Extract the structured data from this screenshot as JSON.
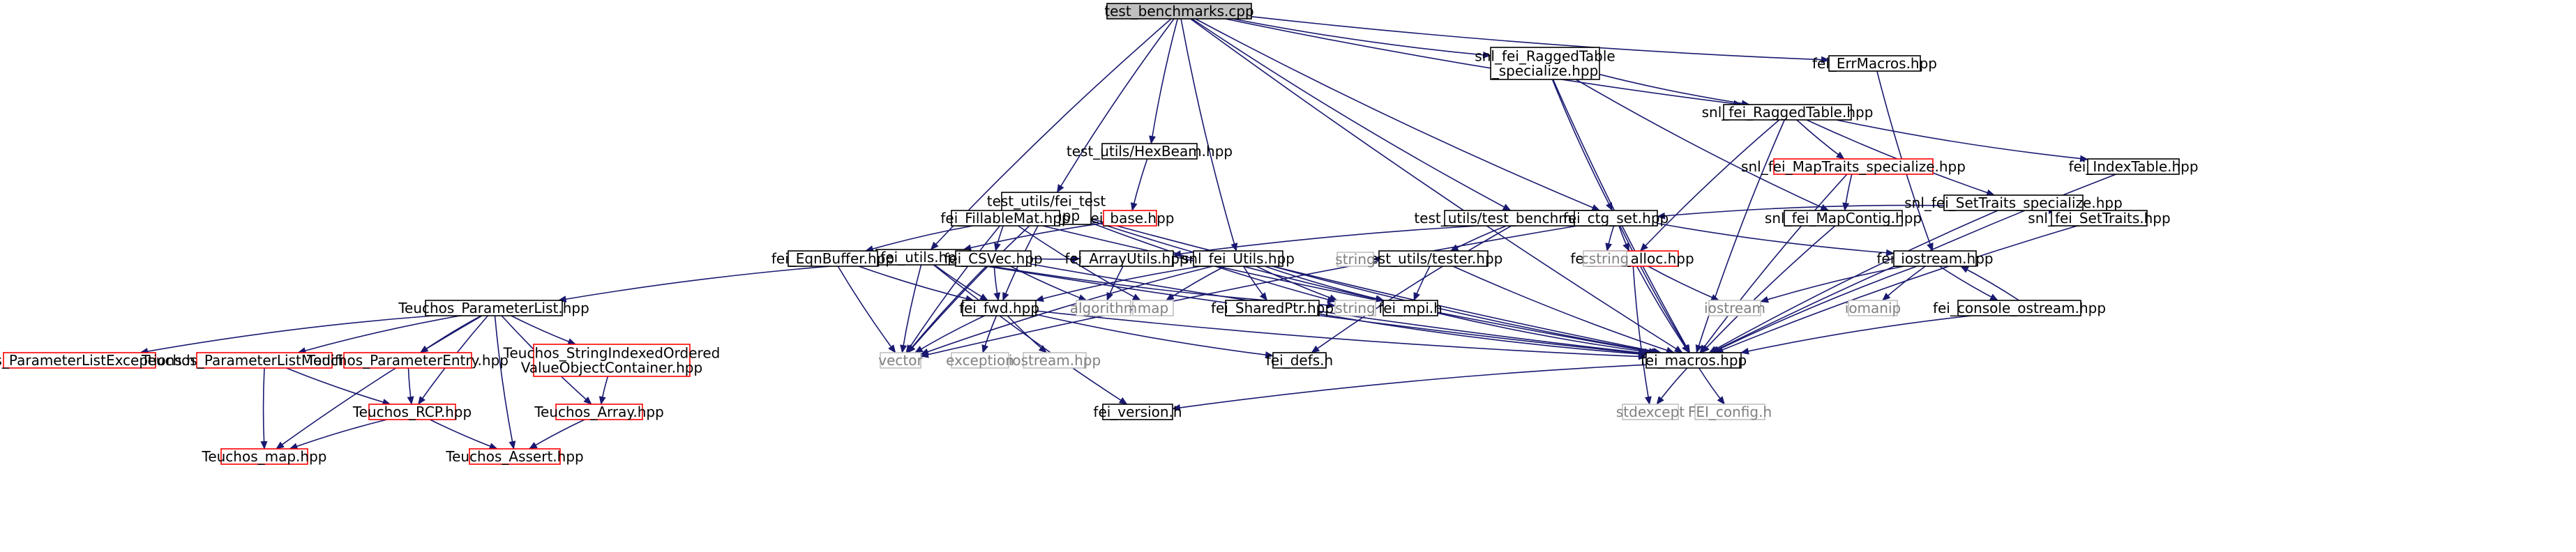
{
  "diagram": {
    "type": "include-dependency-graph",
    "colors": {
      "edge": "#191970",
      "node_border": "#000000",
      "node_border_external": "#bfbfbf",
      "node_border_red": "#ff0000",
      "root_fill": "#bfbfbf",
      "node_fill": "#ffffff",
      "text": "#000000",
      "text_external": "#808080"
    },
    "nodes": [
      {
        "id": "n_root",
        "lines": [
          "test_benchmarks.cpp"
        ],
        "style": "root"
      },
      {
        "id": "n_fei_utils",
        "lines": [
          "fei_utils.hpp"
        ],
        "style": "normal"
      },
      {
        "id": "n_param_list",
        "lines": [
          "Teuchos_ParameterList.hpp"
        ],
        "style": "normal"
      },
      {
        "id": "n_param_exc",
        "lines": [
          "Teuchos_ParameterListExceptions.hpp"
        ],
        "style": "red"
      },
      {
        "id": "n_param_mod",
        "lines": [
          "Teuchos_ParameterListModifier.hpp"
        ],
        "style": "red"
      },
      {
        "id": "n_param_entry",
        "lines": [
          "Teuchos_ParameterEntry.hpp"
        ],
        "style": "red"
      },
      {
        "id": "n_string_indexed",
        "lines": [
          "Teuchos_StringIndexedOrdered",
          "ValueObjectContainer.hpp"
        ],
        "style": "red"
      },
      {
        "id": "n_rcp",
        "lines": [
          "Teuchos_RCP.hpp"
        ],
        "style": "red"
      },
      {
        "id": "n_array",
        "lines": [
          "Teuchos_Array.hpp"
        ],
        "style": "red"
      },
      {
        "id": "n_tmap",
        "lines": [
          "Teuchos_map.hpp"
        ],
        "style": "red"
      },
      {
        "id": "n_assert",
        "lines": [
          "Teuchos_Assert.hpp"
        ],
        "style": "red"
      },
      {
        "id": "n_hexbeam",
        "lines": [
          "test_utils/HexBeam.hpp"
        ],
        "style": "normal"
      },
      {
        "id": "n_fei_base",
        "lines": [
          "fei_base.hpp"
        ],
        "style": "red"
      },
      {
        "id": "n_fei_test_utils",
        "lines": [
          "test_utils/fei_test",
          "_utils.hpp"
        ],
        "style": "normal"
      },
      {
        "id": "n_fillablemat",
        "lines": [
          "fei_FillableMat.hpp"
        ],
        "style": "normal"
      },
      {
        "id": "n_eqnbuffer",
        "lines": [
          "fei_EqnBuffer.hpp"
        ],
        "style": "normal"
      },
      {
        "id": "n_csvec",
        "lines": [
          "fei_CSVec.hpp"
        ],
        "style": "normal"
      },
      {
        "id": "n_arrayutils",
        "lines": [
          "fei_ArrayUtils.hpp"
        ],
        "style": "normal"
      },
      {
        "id": "n_fei_fwd",
        "lines": [
          "fei_fwd.hpp"
        ],
        "style": "normal"
      },
      {
        "id": "n_snl_fei_utils",
        "lines": [
          "snl_fei_Utils.hpp"
        ],
        "style": "normal"
      },
      {
        "id": "n_sharedptr",
        "lines": [
          "fei_SharedPtr.hpp"
        ],
        "style": "normal"
      },
      {
        "id": "n_fei_mpi",
        "lines": [
          "fei_mpi.h"
        ],
        "style": "normal"
      },
      {
        "id": "n_fei_defs",
        "lines": [
          "fei_defs.h"
        ],
        "style": "normal"
      },
      {
        "id": "n_test_bench_hpp",
        "lines": [
          "test_utils/test_benchmarks.hpp"
        ],
        "style": "normal"
      },
      {
        "id": "n_tester",
        "lines": [
          "test_utils/tester.hpp"
        ],
        "style": "normal"
      },
      {
        "id": "n_ctg_set",
        "lines": [
          "fei_ctg_set.hpp"
        ],
        "style": "normal"
      },
      {
        "id": "n_pool_alloc",
        "lines": [
          "fei_Pool_alloc.hpp"
        ],
        "style": "red"
      },
      {
        "id": "n_fei_macros",
        "lines": [
          "fei_macros.hpp"
        ],
        "style": "normal"
      },
      {
        "id": "n_fei_version",
        "lines": [
          "fei_version.h"
        ],
        "style": "normal"
      },
      {
        "id": "n_rt_spec",
        "lines": [
          "snl_fei_RaggedTable",
          "_specialize.hpp"
        ],
        "style": "normal"
      },
      {
        "id": "n_ragged",
        "lines": [
          "snl_fei_RaggedTable.hpp"
        ],
        "style": "normal"
      },
      {
        "id": "n_maptraits_spec",
        "lines": [
          "snl_fei_MapTraits_specialize.hpp"
        ],
        "style": "red"
      },
      {
        "id": "n_mapcontig",
        "lines": [
          "snl_fei_MapContig.hpp"
        ],
        "style": "normal"
      },
      {
        "id": "n_settraits_spec",
        "lines": [
          "snl_fei_SetTraits_specialize.hpp"
        ],
        "style": "normal"
      },
      {
        "id": "n_settraits",
        "lines": [
          "snl_fei_SetTraits.hpp"
        ],
        "style": "normal"
      },
      {
        "id": "n_indextable",
        "lines": [
          "fei_IndexTable.hpp"
        ],
        "style": "normal"
      },
      {
        "id": "n_errmacros",
        "lines": [
          "fei_ErrMacros.hpp"
        ],
        "style": "normal"
      },
      {
        "id": "n_iostream_hpp",
        "lines": [
          "fei_iostream.hpp"
        ],
        "style": "normal"
      },
      {
        "id": "n_console",
        "lines": [
          "fei_console_ostream.hpp"
        ],
        "style": "normal"
      },
      {
        "id": "x_vector",
        "lines": [
          "vector"
        ],
        "style": "external"
      },
      {
        "id": "x_exception",
        "lines": [
          "exception"
        ],
        "style": "external"
      },
      {
        "id": "x_iostream_hpp",
        "lines": [
          "iostream.hpp"
        ],
        "style": "external"
      },
      {
        "id": "x_map",
        "lines": [
          "map"
        ],
        "style": "external"
      },
      {
        "id": "x_algorithm",
        "lines": [
          "algorithm"
        ],
        "style": "external"
      },
      {
        "id": "x_string1",
        "lines": [
          "string"
        ],
        "style": "external"
      },
      {
        "id": "x_string2",
        "lines": [
          "string"
        ],
        "style": "external"
      },
      {
        "id": "x_cstring",
        "lines": [
          "cstring"
        ],
        "style": "external"
      },
      {
        "id": "x_iostream",
        "lines": [
          "iostream"
        ],
        "style": "external"
      },
      {
        "id": "x_iomanip",
        "lines": [
          "iomanip"
        ],
        "style": "external"
      },
      {
        "id": "x_stdexcept",
        "lines": [
          "stdexcept"
        ],
        "style": "external"
      },
      {
        "id": "x_fei_config",
        "lines": [
          "FEI_config.h"
        ],
        "style": "external"
      }
    ],
    "edges": [
      [
        "n_root",
        "n_fei_utils"
      ],
      [
        "n_root",
        "n_hexbeam"
      ],
      [
        "n_root",
        "n_fei_test_utils"
      ],
      [
        "n_root",
        "n_snl_fei_utils"
      ],
      [
        "n_root",
        "n_test_bench_hpp"
      ],
      [
        "n_root",
        "n_ctg_set"
      ],
      [
        "n_root",
        "n_rt_spec"
      ],
      [
        "n_root",
        "n_ragged"
      ],
      [
        "n_root",
        "n_errmacros"
      ],
      [
        "n_root",
        "n_fei_macros"
      ],
      [
        "n_fei_utils",
        "n_param_list"
      ],
      [
        "n_fei_utils",
        "n_fei_fwd"
      ],
      [
        "n_fei_utils",
        "x_vector"
      ],
      [
        "n_fei_utils",
        "x_string1"
      ],
      [
        "n_fei_utils",
        "n_fei_macros"
      ],
      [
        "n_fei_utils",
        "n_fei_version"
      ],
      [
        "n_param_list",
        "n_param_exc"
      ],
      [
        "n_param_list",
        "n_param_mod"
      ],
      [
        "n_param_list",
        "n_param_entry"
      ],
      [
        "n_param_list",
        "n_string_indexed"
      ],
      [
        "n_param_list",
        "n_rcp"
      ],
      [
        "n_param_list",
        "n_array"
      ],
      [
        "n_param_list",
        "n_tmap"
      ],
      [
        "n_param_list",
        "n_assert"
      ],
      [
        "n_param_mod",
        "n_rcp"
      ],
      [
        "n_param_mod",
        "n_tmap"
      ],
      [
        "n_param_entry",
        "n_rcp"
      ],
      [
        "n_string_indexed",
        "n_array"
      ],
      [
        "n_rcp",
        "n_tmap"
      ],
      [
        "n_rcp",
        "n_assert"
      ],
      [
        "n_array",
        "n_assert"
      ],
      [
        "n_hexbeam",
        "n_fei_base"
      ],
      [
        "n_fei_base",
        "n_fei_utils"
      ],
      [
        "n_fei_test_utils",
        "x_vector"
      ],
      [
        "n_fei_test_utils",
        "n_fillablemat"
      ],
      [
        "n_fei_test_utils",
        "n_fei_fwd"
      ],
      [
        "n_fei_test_utils",
        "x_string1"
      ],
      [
        "n_fei_test_utils",
        "n_fei_mpi"
      ],
      [
        "n_fei_test_utils",
        "n_fei_macros"
      ],
      [
        "n_fillablemat",
        "n_eqnbuffer"
      ],
      [
        "n_fillablemat",
        "n_csvec"
      ],
      [
        "n_fillablemat",
        "x_map"
      ],
      [
        "n_fillablemat",
        "x_vector"
      ],
      [
        "n_fillablemat",
        "n_fei_macros"
      ],
      [
        "n_eqnbuffer",
        "n_fei_fwd"
      ],
      [
        "n_eqnbuffer",
        "x_vector"
      ],
      [
        "n_csvec",
        "n_arrayutils"
      ],
      [
        "n_csvec",
        "n_fei_fwd"
      ],
      [
        "n_csvec",
        "x_vector"
      ],
      [
        "n_csvec",
        "x_algorithm"
      ],
      [
        "n_csvec",
        "n_fei_macros"
      ],
      [
        "n_arrayutils",
        "x_algorithm"
      ],
      [
        "n_fei_fwd",
        "n_fei_defs"
      ],
      [
        "n_fei_fwd",
        "n_fei_macros"
      ],
      [
        "n_fei_fwd",
        "x_vector"
      ],
      [
        "n_fei_fwd",
        "x_exception"
      ],
      [
        "n_fei_fwd",
        "x_iostream_hpp"
      ],
      [
        "n_snl_fei_utils",
        "n_fei_fwd"
      ],
      [
        "n_snl_fei_utils",
        "x_map"
      ],
      [
        "n_snl_fei_utils",
        "n_sharedptr"
      ],
      [
        "n_snl_fei_utils",
        "x_string1"
      ],
      [
        "n_snl_fei_utils",
        "n_fei_mpi"
      ],
      [
        "n_snl_fei_utils",
        "x_vector"
      ],
      [
        "n_snl_fei_utils",
        "n_fei_macros"
      ],
      [
        "n_sharedptr",
        "n_fei_macros"
      ],
      [
        "n_fei_mpi",
        "n_fei_macros"
      ],
      [
        "n_test_bench_hpp",
        "n_tester"
      ],
      [
        "n_test_bench_hpp",
        "n_fei_defs"
      ],
      [
        "n_tester",
        "x_string2"
      ],
      [
        "n_tester",
        "n_fei_mpi"
      ],
      [
        "n_tester",
        "n_fei_macros"
      ],
      [
        "n_ctg_set",
        "x_cstring"
      ],
      [
        "n_ctg_set",
        "n_pool_alloc"
      ],
      [
        "n_ctg_set",
        "n_iostream_hpp"
      ],
      [
        "n_ctg_set",
        "n_fei_macros"
      ],
      [
        "n_ctg_set",
        "n_arrayutils"
      ],
      [
        "n_ctg_set",
        "x_vector"
      ],
      [
        "n_pool_alloc",
        "x_iostream"
      ],
      [
        "n_pool_alloc",
        "x_stdexcept"
      ],
      [
        "n_pool_alloc",
        "n_fei_macros"
      ],
      [
        "n_fei_macros",
        "n_fei_version"
      ],
      [
        "n_fei_macros",
        "x_stdexcept"
      ],
      [
        "n_fei_macros",
        "x_fei_config"
      ],
      [
        "n_rt_spec",
        "n_ragged"
      ],
      [
        "n_rt_spec",
        "n_ctg_set"
      ],
      [
        "n_rt_spec",
        "n_mapcontig"
      ],
      [
        "n_rt_spec",
        "n_fei_macros"
      ],
      [
        "n_ragged",
        "n_maptraits_spec"
      ],
      [
        "n_ragged",
        "n_settraits_spec"
      ],
      [
        "n_ragged",
        "n_indextable"
      ],
      [
        "n_ragged",
        "n_pool_alloc"
      ],
      [
        "n_ragged",
        "n_fei_macros"
      ],
      [
        "n_maptraits_spec",
        "n_mapcontig"
      ],
      [
        "n_maptraits_spec",
        "n_fei_macros"
      ],
      [
        "n_mapcontig",
        "n_fei_macros"
      ],
      [
        "n_settraits_spec",
        "n_ctg_set"
      ],
      [
        "n_settraits_spec",
        "n_settraits"
      ],
      [
        "n_settraits_spec",
        "n_fei_macros"
      ],
      [
        "n_settraits",
        "n_fei_macros"
      ],
      [
        "n_indextable",
        "n_fei_macros"
      ],
      [
        "n_errmacros",
        "n_iostream_hpp"
      ],
      [
        "n_iostream_hpp",
        "x_iostream"
      ],
      [
        "n_iostream_hpp",
        "x_iomanip"
      ],
      [
        "n_iostream_hpp",
        "n_fei_macros"
      ],
      [
        "n_iostream_hpp",
        "n_console"
      ],
      [
        "n_console",
        "n_iostream_hpp"
      ],
      [
        "n_console",
        "n_fei_macros"
      ]
    ]
  }
}
